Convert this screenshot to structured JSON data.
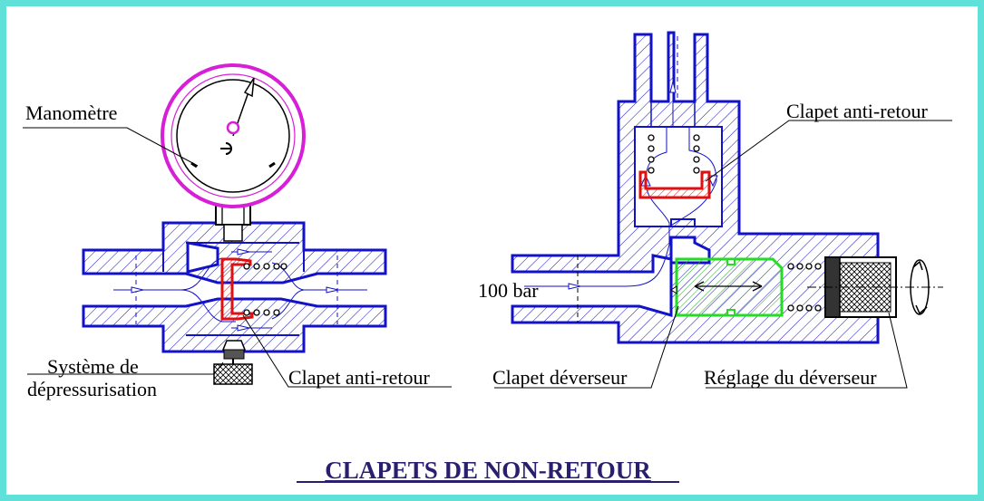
{
  "title": "CLAPETS DE NON-RETOUR",
  "labels": {
    "manometre": "Manomètre",
    "systeme_line1": "Système de",
    "systeme_line2": "dépressurisation",
    "clapet_left": "Clapet anti-retour",
    "clapet_right": "Clapet anti-retour",
    "pressure": "100 bar",
    "clapet_deverseur": "Clapet déverseur",
    "reglage": "Réglage du déverseur"
  },
  "colors": {
    "frame": "#5fe0d8",
    "body_outline": "#1212c8",
    "gauge": "#d61fd6",
    "valve_red": "#e01010",
    "valve_green": "#22dd22",
    "title": "#2a1f6e"
  }
}
